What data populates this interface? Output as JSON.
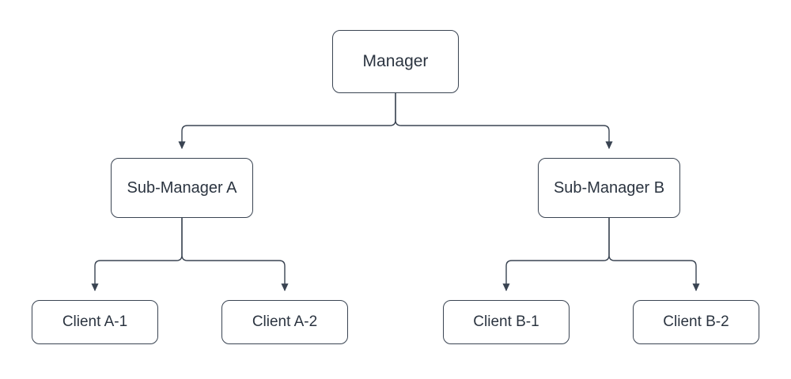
{
  "diagram": {
    "type": "org-hierarchy-flowchart",
    "title": "",
    "background_color": "#ffffff",
    "node_fill": "#ffffff",
    "node_stroke": "#3a4452",
    "node_text_color": "#2b3440",
    "edge_color": "#3a4452",
    "nodes": [
      {
        "id": "manager",
        "label": "Manager",
        "level": 1
      },
      {
        "id": "sub_a",
        "label": "Sub-Manager A",
        "level": 2
      },
      {
        "id": "sub_b",
        "label": "Sub-Manager B",
        "level": 2
      },
      {
        "id": "client_a1",
        "label": "Client A-1",
        "level": 3
      },
      {
        "id": "client_a2",
        "label": "Client A-2",
        "level": 3
      },
      {
        "id": "client_b1",
        "label": "Client B-1",
        "level": 3
      },
      {
        "id": "client_b2",
        "label": "Client B-2",
        "level": 3
      }
    ],
    "edges": [
      {
        "from": "manager",
        "to": "sub_a",
        "arrow": "to"
      },
      {
        "from": "manager",
        "to": "sub_b",
        "arrow": "to"
      },
      {
        "from": "sub_a",
        "to": "client_a1",
        "arrow": "to"
      },
      {
        "from": "sub_a",
        "to": "client_a2",
        "arrow": "to"
      },
      {
        "from": "sub_b",
        "to": "client_b1",
        "arrow": "to"
      },
      {
        "from": "sub_b",
        "to": "client_b2",
        "arrow": "to"
      }
    ]
  }
}
